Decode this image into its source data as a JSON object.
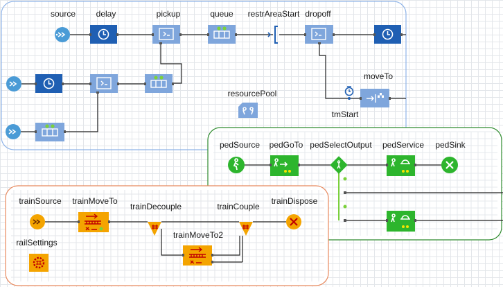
{
  "colors": {
    "process_blue": "#1f5fb3",
    "light_blue": "#7fa6dc",
    "source_blue": "#4a9bd6",
    "ped_green": "#2db52d",
    "rail_orange": "#f4a400",
    "frame_blue": "#8fb4e8",
    "frame_green": "#2e8b2e",
    "frame_orange": "#e8895e",
    "port_green": "#7bd13c"
  },
  "process_blocks": {
    "source": "source",
    "delay": "delay",
    "pickup": "pickup",
    "queue": "queue",
    "restr_area_start": "restrAreaStart",
    "dropoff": "dropoff",
    "move_to": "moveTo",
    "tm_start": "tmStart",
    "resource_pool": "resourcePool"
  },
  "pedestrian_blocks": {
    "ped_source": "pedSource",
    "ped_go_to": "pedGoTo",
    "ped_select_output": "pedSelectOutput",
    "ped_service": "pedService",
    "ped_sink": "pedSink"
  },
  "rail_blocks": {
    "train_source": "trainSource",
    "train_move_to": "trainMoveTo",
    "train_decouple": "trainDecouple",
    "train_couple": "trainCouple",
    "train_dispose": "trainDispose",
    "train_move_to_2": "trainMoveTo2",
    "rail_settings": "railSettings"
  },
  "icons": {
    "source": "source-arrow-icon",
    "delay": "clock-icon",
    "pickup": "pickup-icon",
    "queue": "queue-icon",
    "restr_area_start": "bracket-icon",
    "dropoff": "dropoff-icon",
    "move_to": "flag-arrow-icon",
    "tm_start": "timer-icon",
    "resource_pool": "resource-pool-icon",
    "ped_source": "walking-person-icon",
    "ped_go_to": "person-arrow-icon",
    "ped_select_output": "diamond-person-icon",
    "ped_service": "service-icon",
    "ped_sink": "x-icon",
    "train_source": "train-source-icon",
    "train_move_to": "train-track-icon",
    "train_decouple": "decouple-icon",
    "train_couple": "couple-icon",
    "train_dispose": "x-icon",
    "rail_settings": "gear-track-icon"
  }
}
